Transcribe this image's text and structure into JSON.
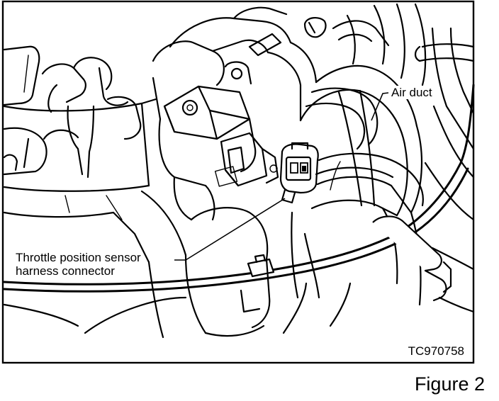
{
  "diagram": {
    "callouts": {
      "air_duct": "Air duct",
      "tps_line1": "Throttle position sensor",
      "tps_line2": "harness connector"
    },
    "image_code": "TC970758",
    "figure_caption": "Figure 2"
  }
}
